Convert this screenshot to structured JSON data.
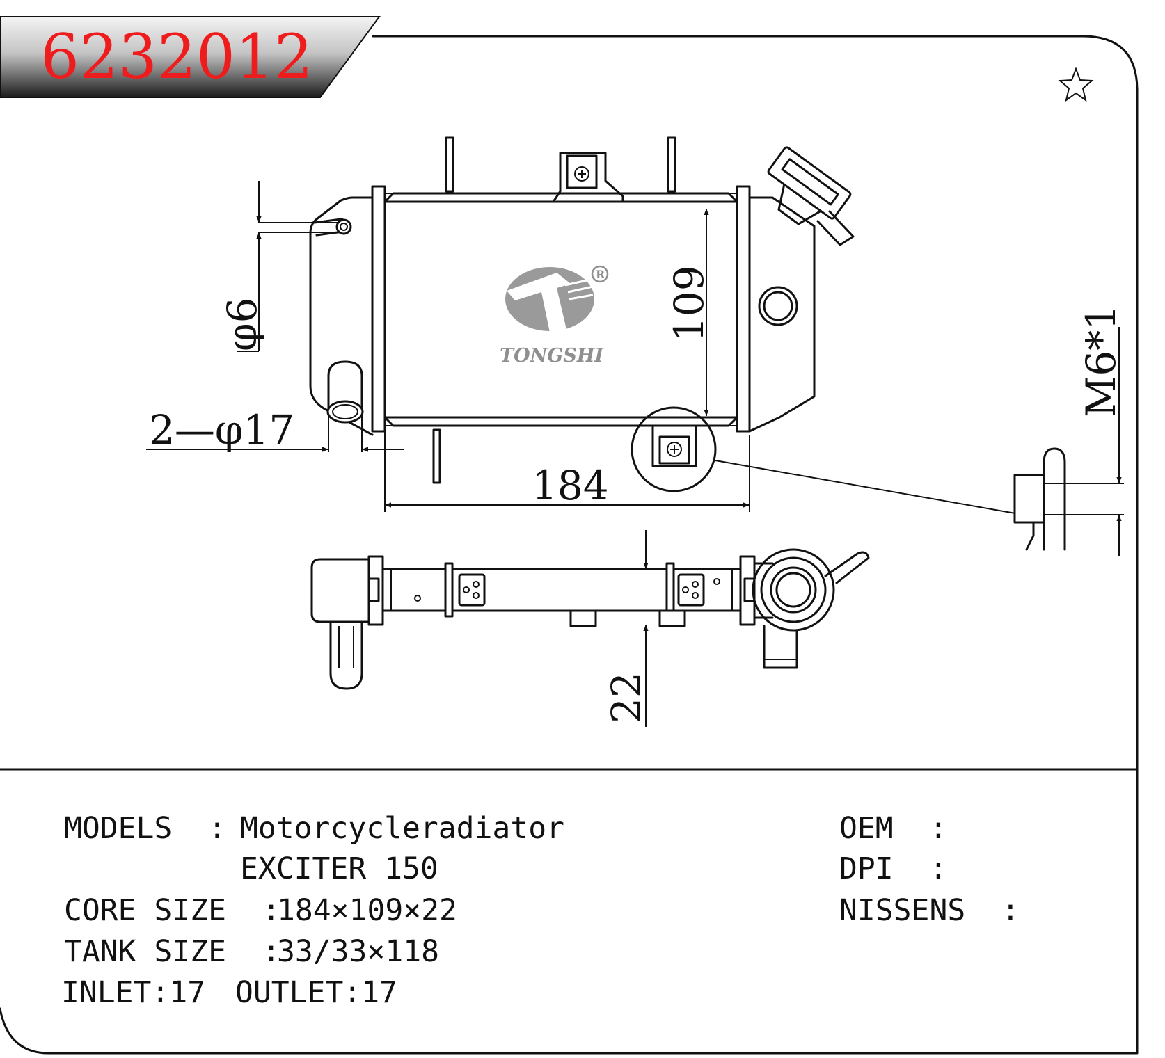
{
  "header": {
    "part_number": "6232012"
  },
  "logo": {
    "brand": "TONGSHI",
    "registered": "®"
  },
  "dimensions": {
    "pipe_dia": "φ6",
    "inlet_outlet": "2—φ17",
    "core_height": "109",
    "core_width": "184",
    "bolt": "M6*1",
    "core_depth": "22"
  },
  "specs": {
    "models_label": "MODELS  :",
    "models_value": "Motorcycleradiator",
    "models_value2": "EXCITER 150",
    "core_label": "CORE SIZE  :",
    "core_value": "184×109×22",
    "tank_label": "TANK SIZE  :",
    "tank_value": "33/33×118",
    "inlet": "INLET:17",
    "outlet": "OUTLET:17",
    "oem_label": "OEM  :",
    "dpi_label": "DPI  :",
    "nissens_label": "NISSENS  :"
  },
  "colors": {
    "part_number": "#ee1c1c",
    "logo": "#8f8f8f",
    "banner_dark": "#2a2a2a"
  },
  "icons": [
    "star-icon",
    "tongshi-logo-icon",
    "registered-icon"
  ]
}
